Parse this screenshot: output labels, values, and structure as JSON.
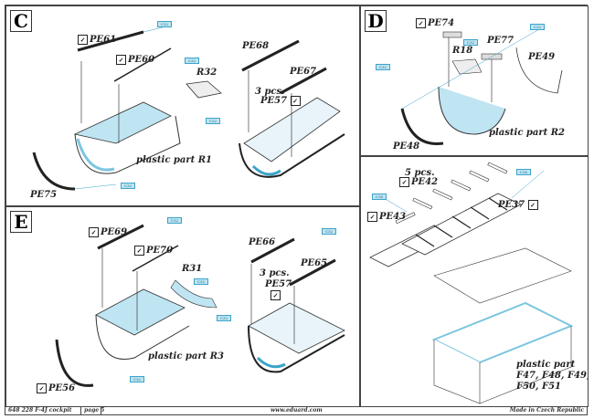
{
  "panels": {
    "C": {
      "letter": "C",
      "labels": {
        "pe61": "PE61",
        "pe60": "PE60",
        "r32": "R32",
        "pe75": "PE75",
        "plastic": "plastic part R1",
        "pe68": "PE68",
        "pe67": "PE67",
        "pcs": "3 pcs.",
        "pe57": "PE57"
      },
      "paint": "C32"
    },
    "D": {
      "letter": "D",
      "labels": {
        "pe74": "PE74",
        "pe77": "PE77",
        "r18": "R18",
        "pe49": "PE49",
        "pe48": "PE48",
        "plastic": "plastic part R2"
      },
      "paint": "C32"
    },
    "E": {
      "letter": "E",
      "labels": {
        "pe69": "PE69",
        "pe70": "PE70",
        "r31": "R31",
        "pe66": "PE66",
        "pe65": "PE65",
        "pcs": "3 pcs.",
        "pe57": "PE57",
        "plastic": "plastic part R3",
        "pe56": "PE56"
      },
      "paint": "C32"
    },
    "F": {
      "labels": {
        "pcs": "5 pcs.",
        "pe42": "PE42",
        "pe43": "PE43",
        "pe37": "PE37",
        "plastic1": "plastic part",
        "plastic2": "F47, F48, F49,",
        "plastic3": "F50, F51"
      },
      "paint": "C36"
    }
  },
  "check_glyph": "✓",
  "footer": {
    "product": "648 228  F-4J cockpit",
    "page": "page 5",
    "website": "www.eduard.com",
    "origin": "Made in Czech Republic"
  }
}
